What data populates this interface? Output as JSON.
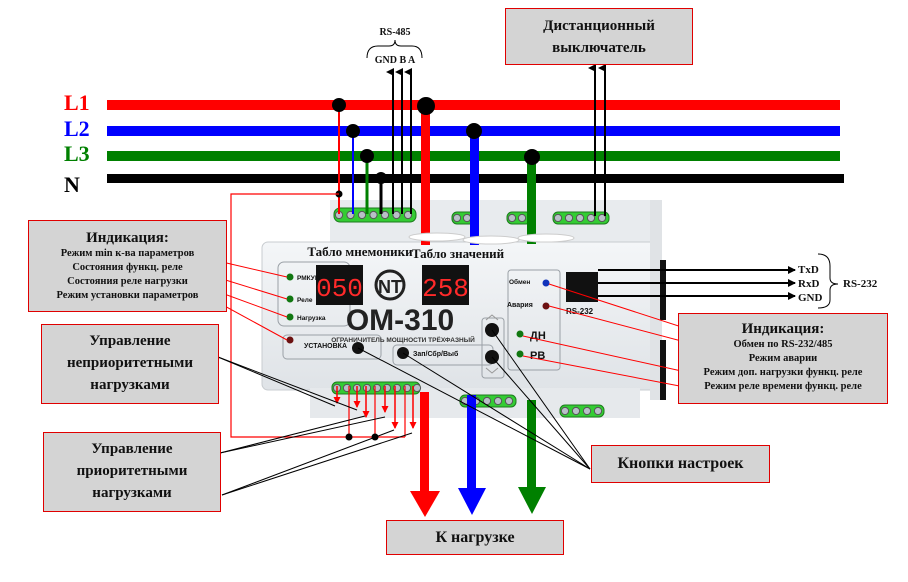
{
  "lines": [
    {
      "label": "L1",
      "color": "#ff0000"
    },
    {
      "label": "L2",
      "color": "#0000ff"
    },
    {
      "label": "L3",
      "color": "#008000"
    },
    {
      "label": "N",
      "color": "#000000"
    }
  ],
  "rs485": {
    "title": "RS-485",
    "pins": "GND B A"
  },
  "remote_switch": {
    "line1": "Дистанционный",
    "line2": "выключатель"
  },
  "device": {
    "model": "OM-310",
    "subtitle": "ОГРАНИЧИТЕЛЬ МОЩНОСТИ ТРЁХФАЗНЫЙ",
    "mnemonic_display": "050",
    "value_display": "258",
    "mnemonic_label": "Табло мнемоники",
    "value_label": "Табло значений",
    "leds_left": [
      "РМКУП",
      "Реле",
      "Нагрузка"
    ],
    "setup_label": "УСТАНОВКА",
    "save_button_label": "Зап/Сбр/Выб",
    "exchange_label": "Обмен",
    "alarm_label": "Авария",
    "dn_label": "ДН",
    "rv_label": "РВ",
    "rs232_port_label": "RS-232"
  },
  "rs232": {
    "title": "RS-232",
    "pins": [
      "TxD",
      "RxD",
      "GND"
    ]
  },
  "indication_left": {
    "title": "Индикация:",
    "items": [
      "Режим min к-ва параметров",
      "Состояния функц. реле",
      "Состояния реле нагрузки",
      "Режим установки параметров"
    ]
  },
  "indication_right": {
    "title": "Индикация:",
    "items": [
      "Обмен по RS-232/485",
      "Режим аварии",
      "Режим доп. нагрузки функц. реле",
      "Режим реле времени функц. реле"
    ]
  },
  "non_priority": {
    "line1": "Управление",
    "line2": "неприоритетными",
    "line3": "нагрузками"
  },
  "priority": {
    "line1": "Управление",
    "line2": "приоритетными",
    "line3": "нагрузками"
  },
  "buttons_label": "Кнопки настроек",
  "to_load_label": "К нагрузке",
  "colors": {
    "label_border": "#e00000",
    "label_bg": "#d4d4d4",
    "terminal_green": "#33cc33",
    "display_red": "#ff2a2a"
  }
}
